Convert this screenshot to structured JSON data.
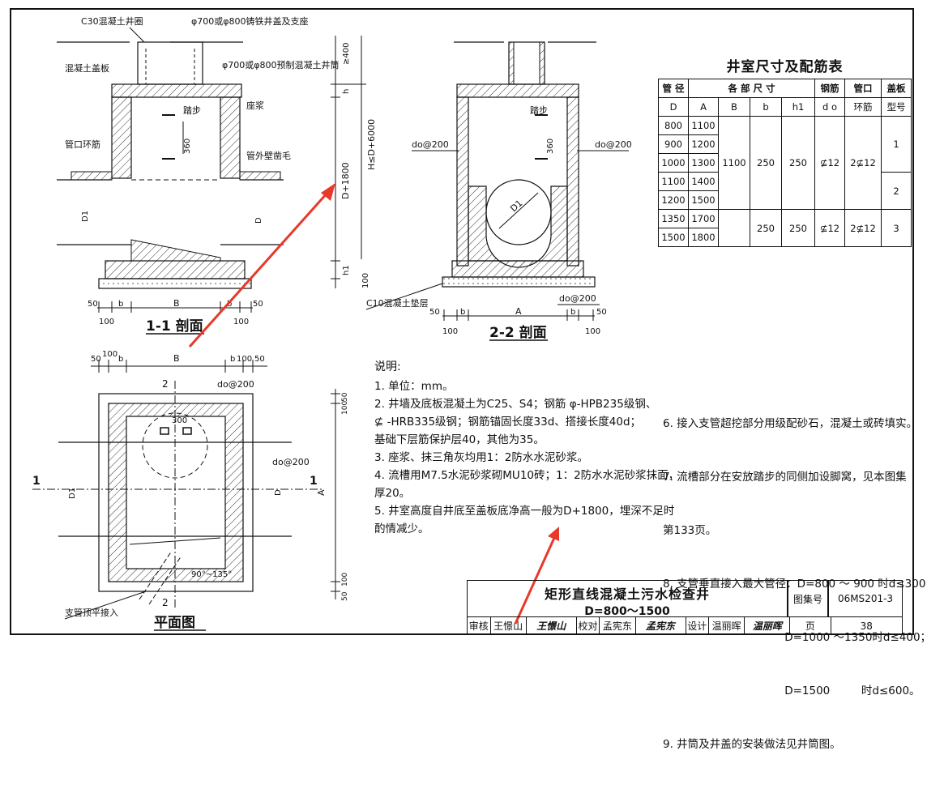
{
  "section11": {
    "top_labels": [
      "C30混凝土井圈",
      "φ700或φ800铸铁井盖及支座",
      "混凝土盖板",
      "φ700或φ800预制混凝土井筒"
    ],
    "side_labels": [
      "座浆",
      "踏步",
      "管口环筋",
      "管外壁凿毛"
    ],
    "dims": [
      "≥400",
      "h",
      "H≤D+6000",
      "D+1800",
      "360",
      "D1",
      "D",
      "h1",
      "100"
    ],
    "bottom_dims": [
      "50",
      "b",
      "B",
      "b",
      "50",
      "100",
      "100"
    ],
    "caption": "1-1 剖面"
  },
  "section22": {
    "labels": [
      "踏步",
      "do@200",
      "do@200",
      "D1",
      "360",
      "C10混凝土垫层",
      "do@200"
    ],
    "bottom_dims": [
      "50",
      "b",
      "A",
      "b",
      "50",
      "100",
      "100"
    ],
    "caption": "2-2 剖面"
  },
  "plan": {
    "top_dims": [
      "50",
      "100",
      "b",
      "B",
      "b",
      "100",
      "50"
    ],
    "labels": [
      "2",
      "do@200",
      "300",
      "do@200",
      "D1",
      "D",
      "A",
      "1",
      "1",
      "90°~135°",
      "支管顶平接入",
      "2"
    ],
    "right_dims": [
      "50",
      "100",
      "100",
      "50"
    ],
    "caption": "平面图"
  },
  "notes": {
    "title": "说明:",
    "left": [
      "1. 单位：mm。",
      "2. 井墙及底板混凝土为C25、S4；钢筋 φ-HPB235级钢、",
      "    ⊈ -HRB335级钢；钢筋锚固长度33d、搭接长度40d；",
      "    基础下层筋保护层40，其他为35。",
      "3. 座浆、抹三角灰均用1：2防水水泥砂浆。",
      "4. 流槽用M7.5水泥砂浆砌MU10砖；1：2防水水泥砂浆抹面，",
      "    厚20。",
      "5. 井室高度自井底至盖板底净高一般为D+1800，埋深不足时",
      "    酌情减少。"
    ],
    "right": [
      "6. 接入支管超挖部分用级配砂石，混凝土或砖填实。",
      "7. 流槽部分在安放踏步的同侧加设脚窝，见本图集",
      "    第133页。",
      "8. 支管垂直接入最大管径：D=800 ～ 900 时d≤300；",
      "                                   D=1000 ～1350时d≤400；",
      "                                   D=1500         时d≤600。",
      "9. 井筒及井盖的安装做法见井筒图。"
    ]
  },
  "table": {
    "title": "井室尺寸及配筋表",
    "header1": [
      "管 径",
      "各 部 尺 寸",
      "钢筋",
      "管口",
      "盖板"
    ],
    "header2": [
      "D",
      "A",
      "B",
      "b",
      "h1",
      "d o",
      "环筋",
      "型号"
    ],
    "rows": [
      [
        "800",
        "1100"
      ],
      [
        "900",
        "1200"
      ],
      [
        "1000",
        "1300"
      ],
      [
        "1100",
        "1400"
      ],
      [
        "1200",
        "1500"
      ],
      [
        "1350",
        "1700"
      ],
      [
        "1500",
        "1800"
      ]
    ],
    "merged": {
      "B": "1100",
      "b1": "250",
      "h1a": "250",
      "do1": "⊈12",
      "ring1": "2⊈12",
      "b2": "250",
      "h1b": "250",
      "do2": "⊈12",
      "ring2": "2⊈12",
      "type1": "1",
      "type2": "2",
      "type3": "3"
    }
  },
  "titleblock": {
    "title": "矩形直线混凝土污水检查井",
    "subtitle": "D=800～1500",
    "atlas_label": "图集号",
    "atlas_no": "06MS201-3",
    "page_label": "页",
    "page_no": "38",
    "review_label": "审核",
    "reviewer": "王憬山",
    "check_label": "校对",
    "checker": "孟宪东",
    "design_label": "设计",
    "designer": "温丽晖",
    "sig1": "王憬山",
    "sig2": "孟宪东",
    "sig3": "温丽晖"
  },
  "colors": {
    "annotation_arrow": "#e8392a",
    "ink": "#111111"
  }
}
